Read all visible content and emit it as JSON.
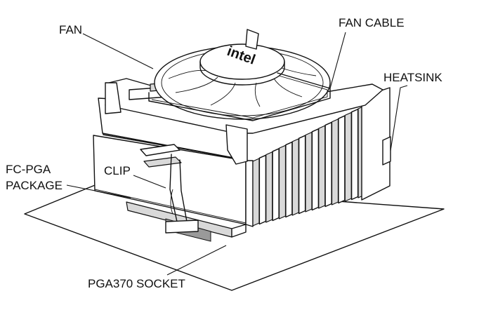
{
  "labels": {
    "fan": "FAN",
    "fan_cable": "FAN CABLE",
    "heatsink": "HEATSINK",
    "fc_pga_line1": "FC-PGA",
    "fc_pga_line2": "PACKAGE",
    "clip": "CLIP",
    "socket": "PGA370 SOCKET"
  },
  "logo": "intel",
  "colors": {
    "line": "#111111",
    "background": "#ffffff",
    "shade": "#d9d9d9"
  }
}
